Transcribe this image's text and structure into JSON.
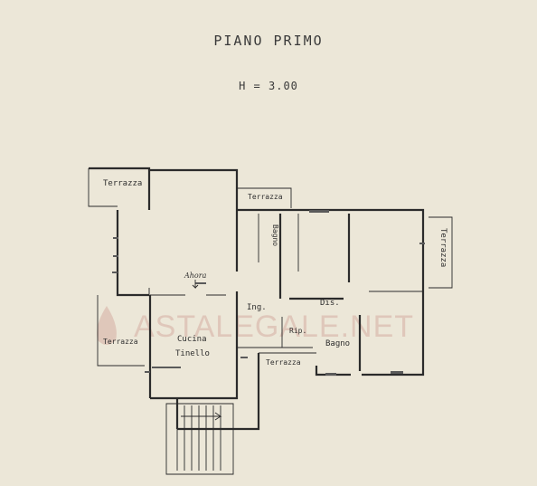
{
  "title": "PIANO PRIMO",
  "height_note": "H = 3.00",
  "rooms": {
    "terrazza_top_left": "Terrazza",
    "terrazza_top_mid": "Terrazza",
    "bagno_upper": "Bagno",
    "terrazza_right": "Terrazza",
    "handwritten": "Ahora",
    "ingresso": "Ing.",
    "disimpegno": "Dis.",
    "terrazza_left": "Terrazza",
    "cucina": "Cucina",
    "tinello": "Tinello",
    "ripostiglio": "Rip.",
    "bagno_lower": "Bagno",
    "terrazza_bottom": "Terrazza"
  },
  "watermark": "ASTALEGALE.NET"
}
